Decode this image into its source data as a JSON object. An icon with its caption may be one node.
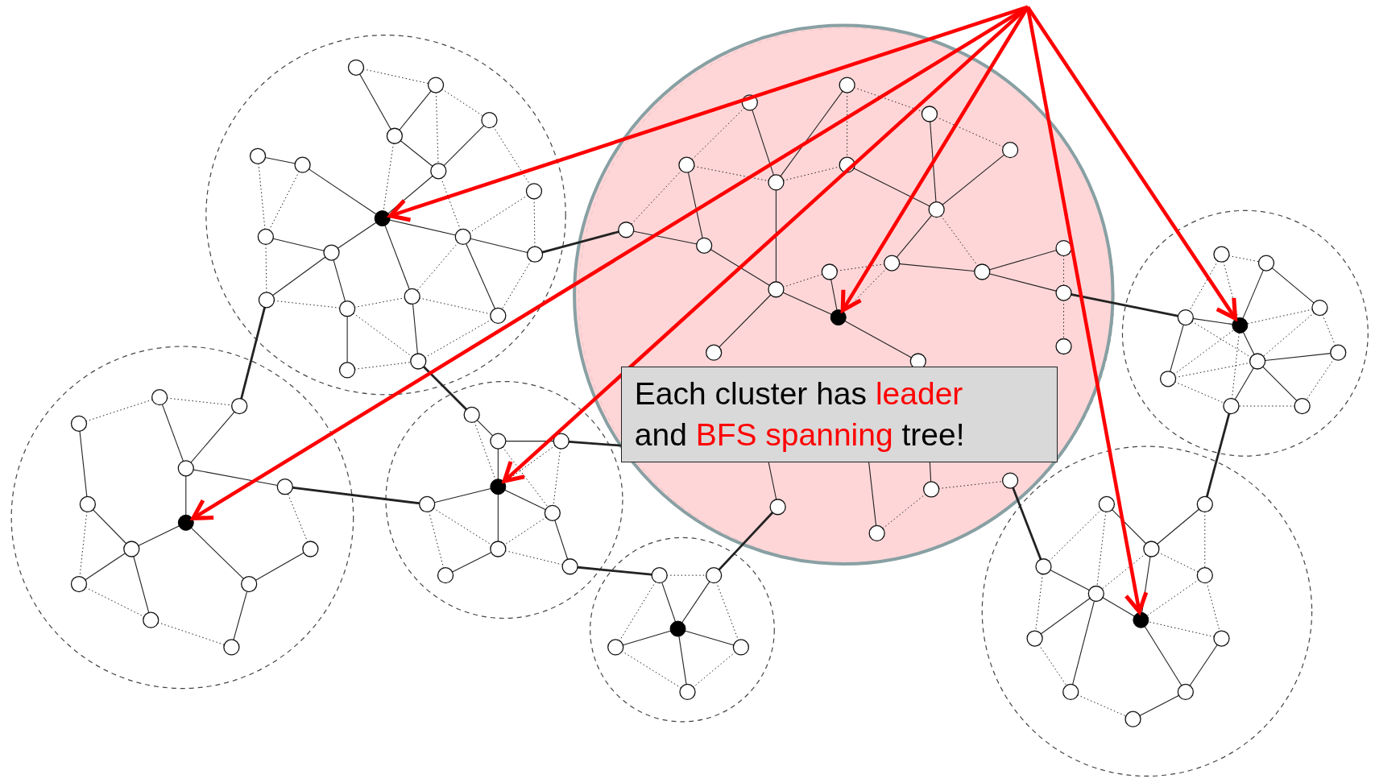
{
  "diagram": {
    "nodes": [
      {
        "text": [
          "Each cluster has *leader* and *BFS spanning* tree!"
        ]
      },
      {
        "text": [],
        "shape": "circle"
      },
      {
        "text": [],
        "shape": "circle"
      },
      {
        "text": [],
        "shape": "circle"
      },
      {
        "text": [],
        "shape": "circle"
      },
      {
        "text": [],
        "shape": "circle"
      },
      {
        "text": [],
        "shape": "circle"
      },
      {
        "text": [],
        "shape": "circle"
      }
    ],
    "edges": [
      {
        "from": null,
        "to": 2,
        "arrow": "to"
      },
      {
        "from": null,
        "to": 1,
        "arrow": "to"
      },
      {
        "from": null,
        "to": 3,
        "arrow": "to"
      },
      {
        "from": null,
        "to": 5,
        "arrow": "to"
      },
      {
        "from": null,
        "to": 7,
        "arrow": "to"
      },
      {
        "from": null,
        "to": 6,
        "arrow": "to"
      }
    ]
  }
}
